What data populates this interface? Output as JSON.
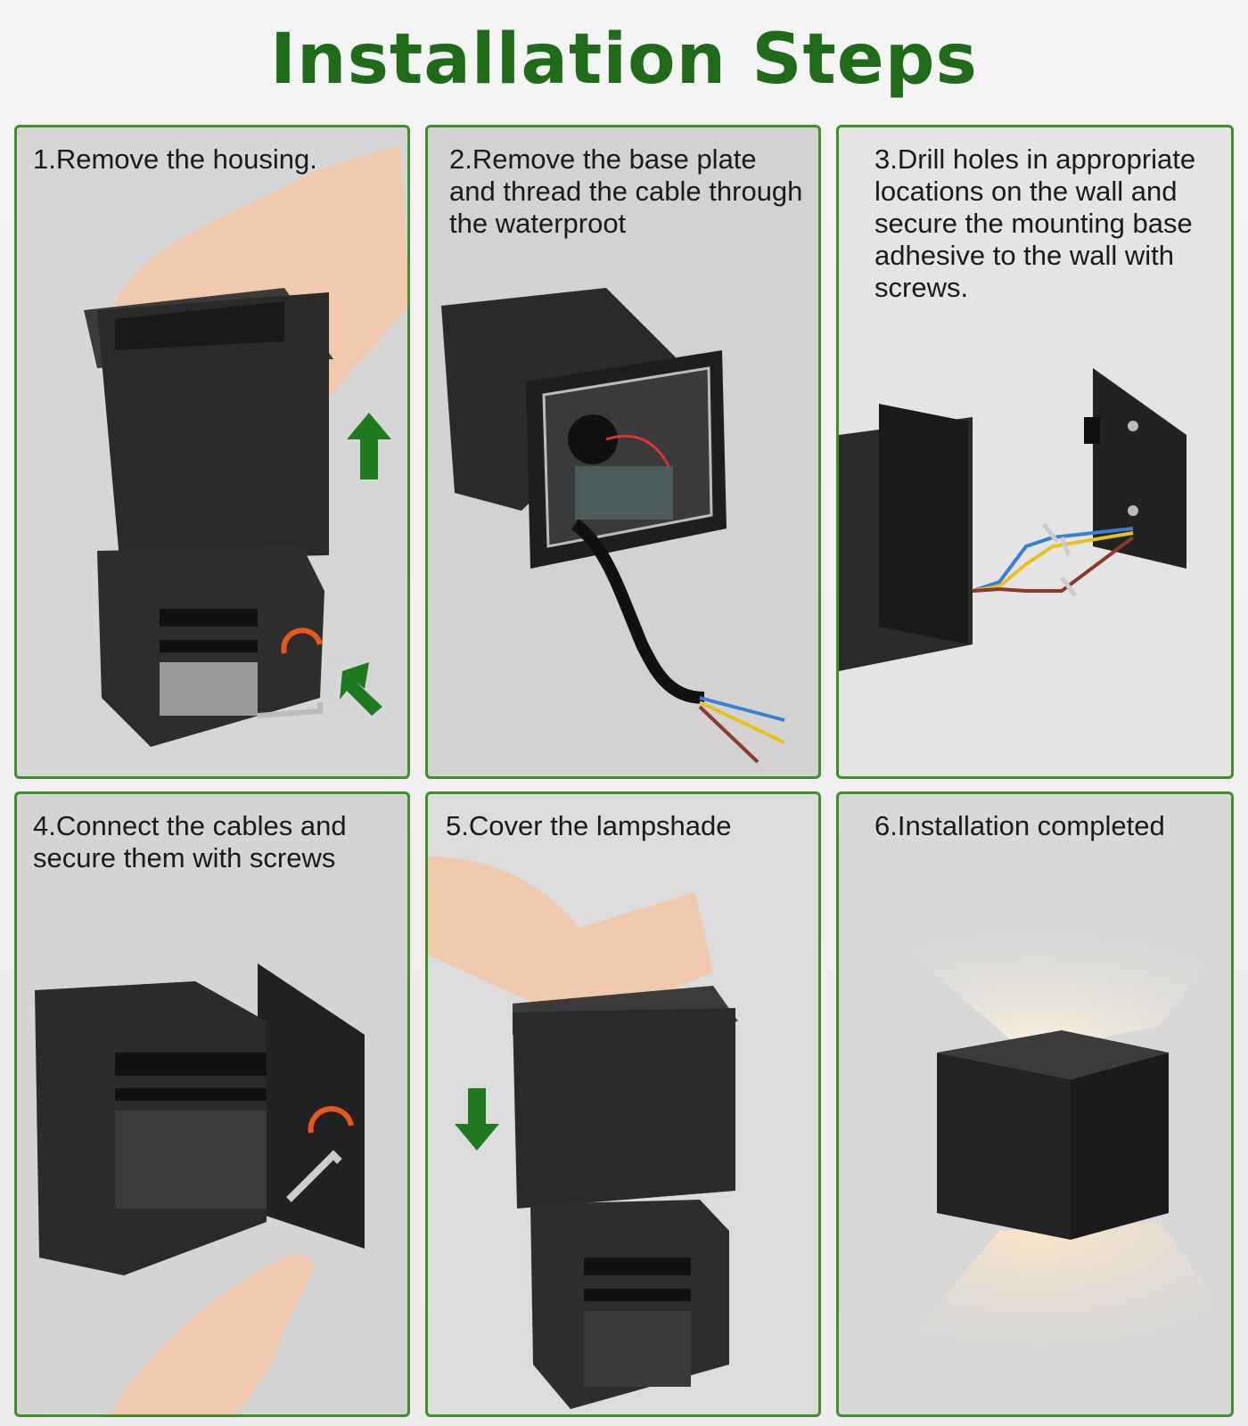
{
  "title": "Installation Steps",
  "colors": {
    "title": "#1f6b1a",
    "panel_border": "#3f8f2c",
    "arrow": "#1f7a1f",
    "rotate_arrow": "#e8571d"
  },
  "steps": [
    {
      "caption": "1.Remove the housing."
    },
    {
      "caption": "2.Remove the base plate\nand thread the cable through\nthe waterproot"
    },
    {
      "caption": "3.Drill holes in appropriate\nlocations on the wall and\nsecure the mounting base\nadhesive to the wall with\nscrews."
    },
    {
      "caption": "4.Connect the cables and\nsecure them with screws"
    },
    {
      "caption": "5.Cover the lampshade"
    },
    {
      "caption": "6.Installation completed"
    }
  ]
}
